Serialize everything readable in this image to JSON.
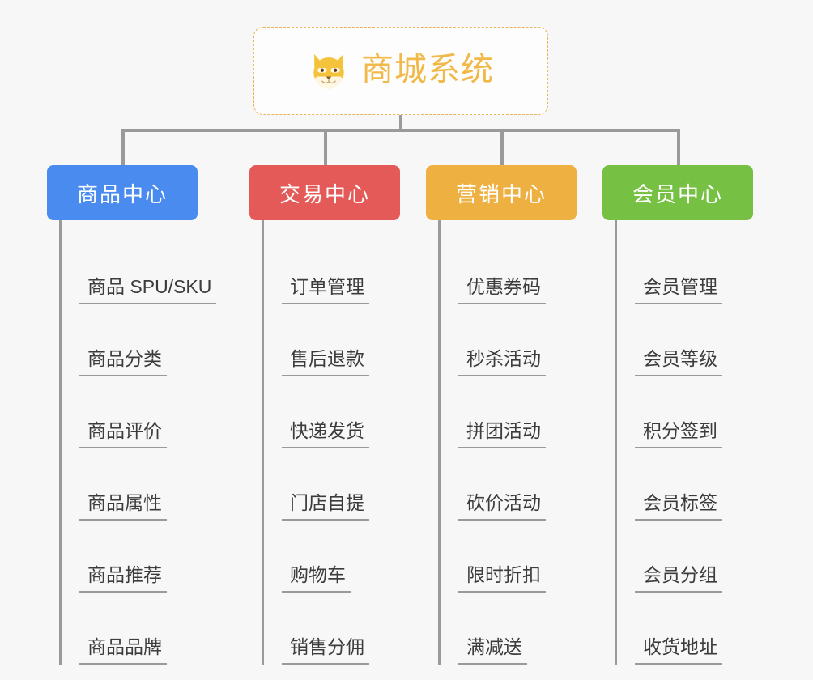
{
  "root": {
    "title": "商城系统",
    "icon": "shiba-dog-icon",
    "accent": "#f0b948",
    "border_color": "#e9b558"
  },
  "canvas": {
    "background": "#f7f7f7",
    "connector_color": "#9a9a9a"
  },
  "branches": [
    {
      "label": "商品中心",
      "color": "#4a8bf0",
      "items": [
        "商品 SPU/SKU",
        "商品分类",
        "商品评价",
        "商品属性",
        "商品推荐",
        "商品品牌"
      ]
    },
    {
      "label": "交易中心",
      "color": "#e35a58",
      "items": [
        "订单管理",
        "售后退款",
        "快递发货",
        "门店自提",
        "购物车",
        "销售分佣"
      ]
    },
    {
      "label": "营销中心",
      "color": "#eeb040",
      "items": [
        "优惠券码",
        "秒杀活动",
        "拼团活动",
        "砍价活动",
        "限时折扣",
        "满减送"
      ]
    },
    {
      "label": "会员中心",
      "color": "#76c043",
      "items": [
        "会员管理",
        "会员等级",
        "积分签到",
        "会员标签",
        "会员分组",
        "收货地址"
      ]
    }
  ]
}
